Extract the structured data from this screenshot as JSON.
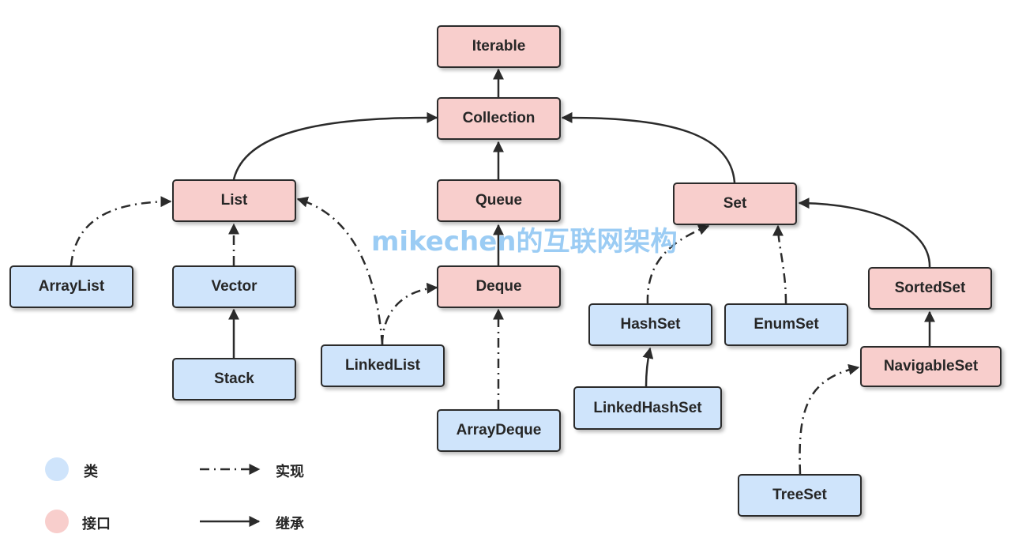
{
  "colors": {
    "interface": "#f8cecc",
    "class": "#cfe4fb",
    "border": "#2b2b2b",
    "watermark": "#8ec6f3"
  },
  "nodes": {
    "iterable": {
      "label": "Iterable",
      "kind": "interface"
    },
    "collection": {
      "label": "Collection",
      "kind": "interface"
    },
    "list": {
      "label": "List",
      "kind": "interface"
    },
    "queue": {
      "label": "Queue",
      "kind": "interface"
    },
    "set": {
      "label": "Set",
      "kind": "interface"
    },
    "deque": {
      "label": "Deque",
      "kind": "interface"
    },
    "sortedset": {
      "label": "SortedSet",
      "kind": "interface"
    },
    "navigableset": {
      "label": "NavigableSet",
      "kind": "interface"
    },
    "arraylist": {
      "label": "ArrayList",
      "kind": "class"
    },
    "vector": {
      "label": "Vector",
      "kind": "class"
    },
    "stack": {
      "label": "Stack",
      "kind": "class"
    },
    "linkedlist": {
      "label": "LinkedList",
      "kind": "class"
    },
    "arraydeque": {
      "label": "ArrayDeque",
      "kind": "class"
    },
    "hashset": {
      "label": "HashSet",
      "kind": "class"
    },
    "enumset": {
      "label": "EnumSet",
      "kind": "class"
    },
    "linkedhashset": {
      "label": "LinkedHashSet",
      "kind": "class"
    },
    "treeset": {
      "label": "TreeSet",
      "kind": "class"
    }
  },
  "edges": [
    {
      "from": "collection",
      "to": "iterable",
      "style": "inherit"
    },
    {
      "from": "list",
      "to": "collection",
      "style": "inherit"
    },
    {
      "from": "queue",
      "to": "collection",
      "style": "inherit"
    },
    {
      "from": "set",
      "to": "collection",
      "style": "inherit"
    },
    {
      "from": "deque",
      "to": "queue",
      "style": "inherit"
    },
    {
      "from": "sortedset",
      "to": "set",
      "style": "inherit"
    },
    {
      "from": "navigableset",
      "to": "sortedset",
      "style": "inherit"
    },
    {
      "from": "stack",
      "to": "vector",
      "style": "inherit"
    },
    {
      "from": "linkedhashset",
      "to": "hashset",
      "style": "inherit"
    },
    {
      "from": "arraylist",
      "to": "list",
      "style": "implement"
    },
    {
      "from": "vector",
      "to": "list",
      "style": "implement"
    },
    {
      "from": "linkedlist",
      "to": "list",
      "style": "implement"
    },
    {
      "from": "linkedlist",
      "to": "deque",
      "style": "implement"
    },
    {
      "from": "arraydeque",
      "to": "deque",
      "style": "implement"
    },
    {
      "from": "hashset",
      "to": "set",
      "style": "implement"
    },
    {
      "from": "enumset",
      "to": "set",
      "style": "implement"
    },
    {
      "from": "treeset",
      "to": "navigableset",
      "style": "implement"
    }
  ],
  "legend": {
    "class_label": "类",
    "interface_label": "接口",
    "implement_label": "实现",
    "inherit_label": "继承"
  },
  "watermark": "mikechen的互联网架构"
}
